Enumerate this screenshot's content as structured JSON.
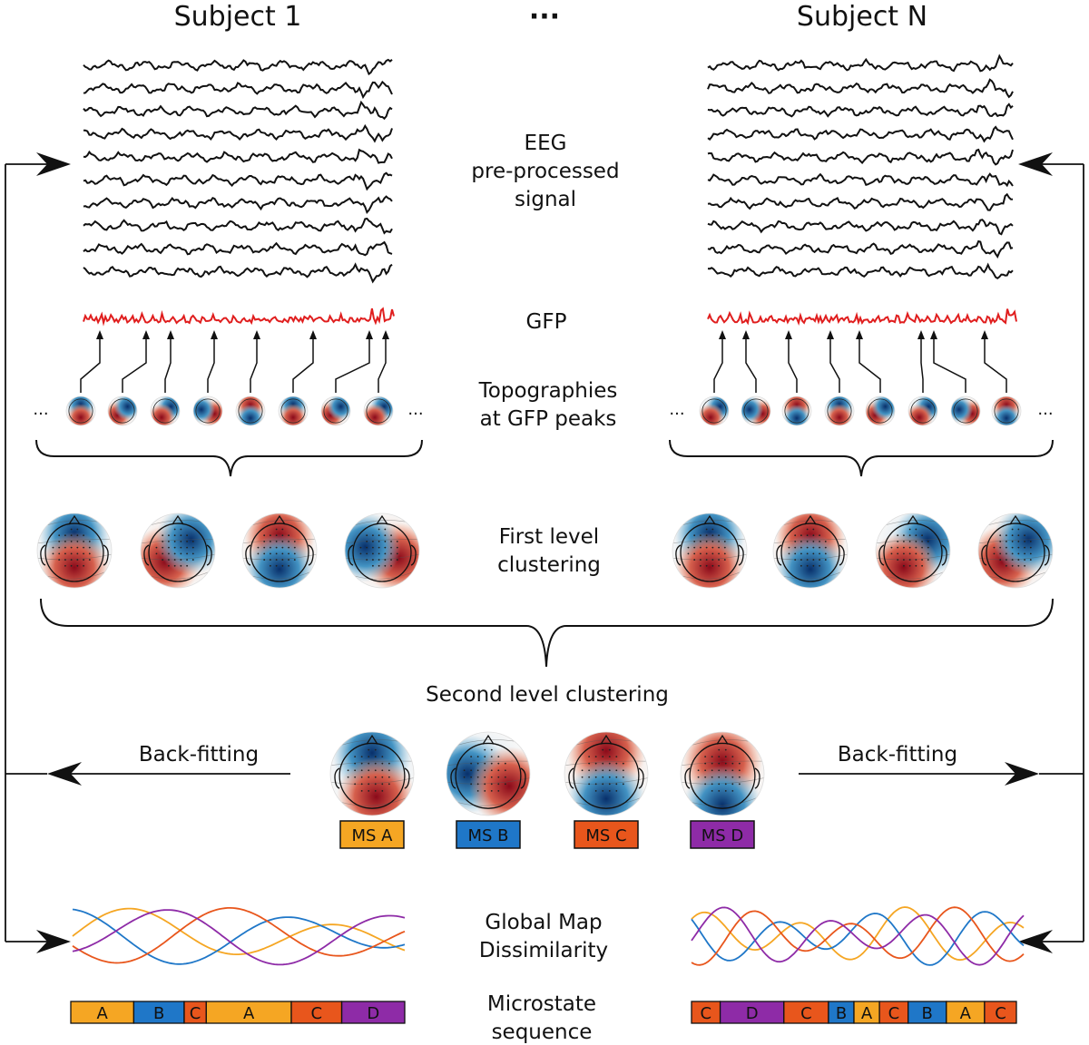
{
  "header": {
    "subject_1": "Subject 1",
    "ellipsis": "···",
    "subject_n": "Subject N"
  },
  "stage_labels": {
    "eeg": [
      "EEG",
      "pre-processed",
      "signal"
    ],
    "gfp": "GFP",
    "topographies": [
      "Topographies",
      "at GFP peaks"
    ],
    "first_level": [
      "First level",
      "clustering"
    ],
    "second_level": "Second level clustering",
    "gmd": [
      "Global Map",
      "Dissimilarity"
    ],
    "sequence": [
      "Microstate",
      "sequence"
    ]
  },
  "backfitting": {
    "left": "Back-fitting",
    "right": "Back-fitting"
  },
  "peaks_ellipsis": "···",
  "microstates": [
    {
      "label": "MS A",
      "color": "#F5A623"
    },
    {
      "label": "MS B",
      "color": "#1F77C8"
    },
    {
      "label": "MS C",
      "color": "#E8561C"
    },
    {
      "label": "MS D",
      "color": "#8E2BA7"
    }
  ],
  "colors": {
    "signal": "#111111",
    "gfp": "#E01E1E",
    "topo_red": "#B2182B",
    "topo_blue": "#2166AC",
    "A": "#F5A623",
    "B": "#1F77C8",
    "C": "#E8561C",
    "D": "#8E2BA7"
  },
  "sequence_subject_1": [
    {
      "label": "A",
      "weight": 1.0,
      "state": "A"
    },
    {
      "label": "B",
      "weight": 0.8,
      "state": "B"
    },
    {
      "label": "C",
      "weight": 0.35,
      "state": "C"
    },
    {
      "label": "A",
      "weight": 1.35,
      "state": "A"
    },
    {
      "label": "C",
      "weight": 0.8,
      "state": "C"
    },
    {
      "label": "D",
      "weight": 1.0,
      "state": "D"
    }
  ],
  "sequence_subject_n": [
    {
      "label": "C",
      "weight": 0.45,
      "state": "C"
    },
    {
      "label": "D",
      "weight": 1.0,
      "state": "D"
    },
    {
      "label": "C",
      "weight": 0.7,
      "state": "C"
    },
    {
      "label": "B",
      "weight": 0.4,
      "state": "B"
    },
    {
      "label": "A",
      "weight": 0.4,
      "state": "A"
    },
    {
      "label": "C",
      "weight": 0.45,
      "state": "C"
    },
    {
      "label": "B",
      "weight": 0.6,
      "state": "B"
    },
    {
      "label": "A",
      "weight": 0.6,
      "state": "A"
    },
    {
      "label": "C",
      "weight": 0.5,
      "state": "C"
    }
  ]
}
